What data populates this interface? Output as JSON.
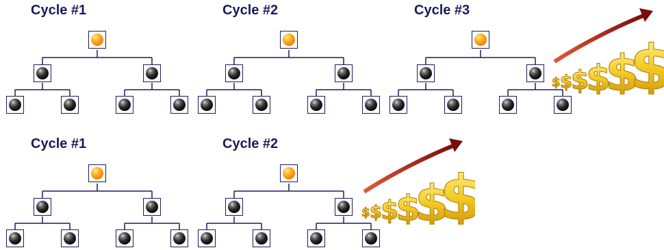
{
  "row1": {
    "cycles": [
      {
        "title": "Cycle #1"
      },
      {
        "title": "Cycle #2"
      },
      {
        "title": "Cycle #3"
      }
    ]
  },
  "row2": {
    "cycles": [
      {
        "title": "Cycle #1"
      },
      {
        "title": "Cycle #2"
      }
    ]
  },
  "colors": {
    "title": "#1a1a5e",
    "line": "#1a1a5e",
    "root_ball": "#f59a00",
    "child_ball": "#1a1a1a",
    "dollar_gold": "#f2c21b",
    "arrow": "#8b1010"
  },
  "icons": {
    "root": "orange-sphere-icon",
    "child": "black-sphere-icon",
    "growth": "dollar-growth-arrow-icon"
  }
}
